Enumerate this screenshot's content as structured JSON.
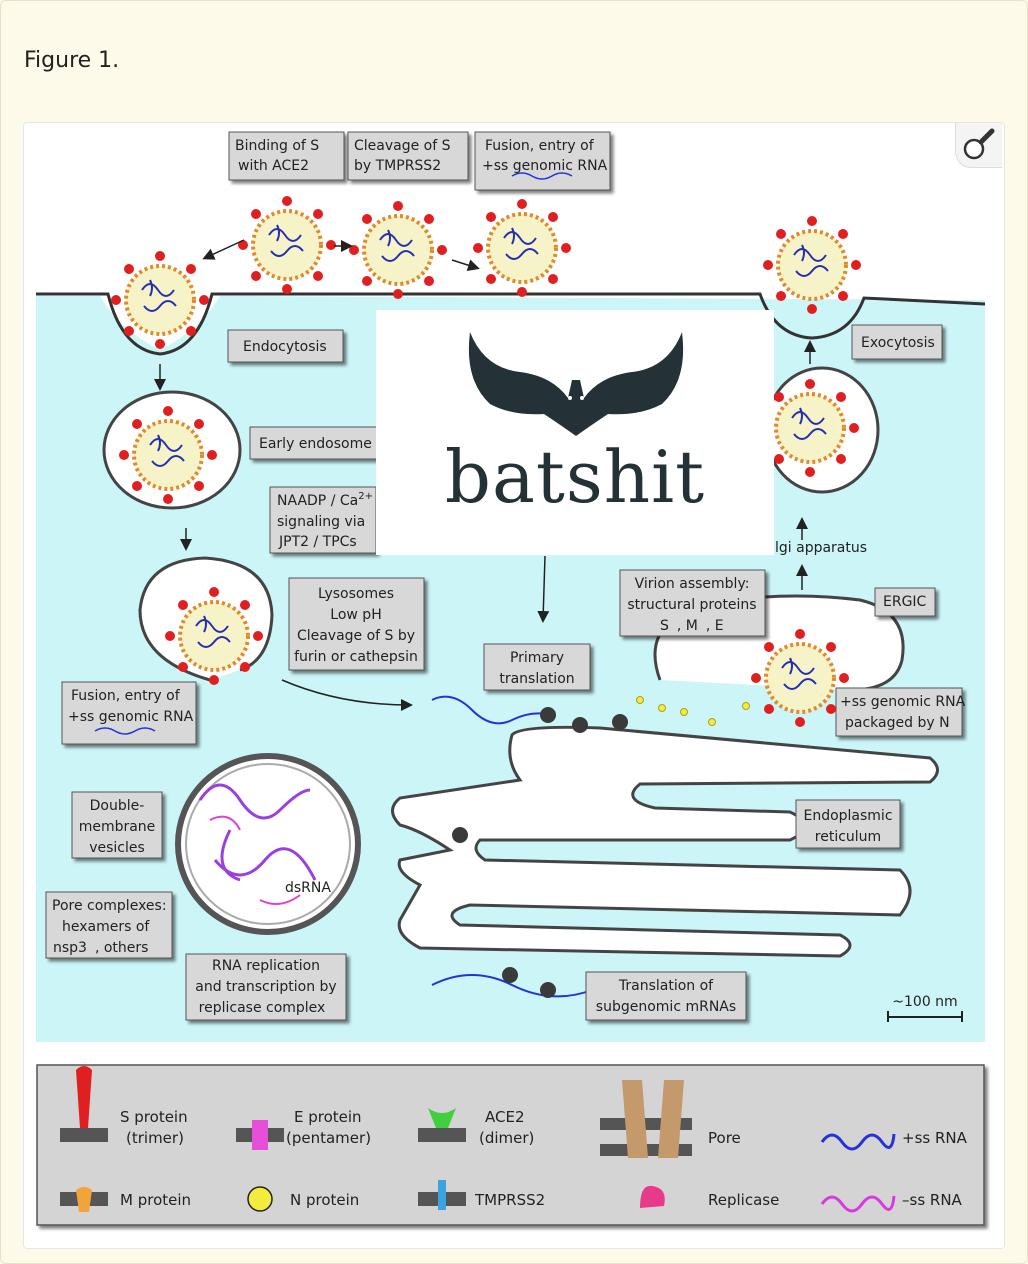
{
  "figure_title": "Figure 1.",
  "icons": {
    "magnify": "magnifier-icon",
    "bat": "bat-logo-icon"
  },
  "logo": {
    "text": "batshit"
  },
  "labels": {
    "binding": [
      "Binding of S",
      "with ACE2"
    ],
    "cleavage_tmprss2": [
      "Cleavage of S",
      "by TMPRSS2"
    ],
    "fusion_top": [
      "Fusion, entry of",
      "+ss genomic RNA"
    ],
    "endocytosis": "Endocytosis",
    "early_endosome": "Early endosome",
    "naadp": [
      "NAADP / Ca",
      "signaling via",
      "JPT2 / TPCs"
    ],
    "naadp_sup": "2+",
    "lysosomes": [
      "Lysosomes",
      "Low pH",
      "Cleavage of S by",
      "furin or cathepsin"
    ],
    "fusion_left": [
      "Fusion, entry of",
      "+ss genomic RNA"
    ],
    "exocytosis": "Exocytosis",
    "golgi": "lgi apparatus",
    "virion_assembly": [
      "Virion assembly:",
      "structural proteins",
      "S",
      ", M",
      ", E"
    ],
    "ergic": "ERGIC",
    "primary_translation": [
      "Primary",
      "translation"
    ],
    "packaged": [
      "+ss genomic RNA",
      "packaged by N"
    ],
    "dmv": [
      "Double-",
      "membrane",
      "vesicles"
    ],
    "er": [
      "Endoplasmic",
      "reticulum"
    ],
    "dsrna": "dsRNA",
    "pore_complexes": [
      "Pore complexes:",
      "hexamers of",
      "nsp3",
      ", others"
    ],
    "rna_replication": [
      "RNA replication",
      "and transcription by",
      "replicase complex"
    ],
    "translation_sub": [
      "Translation of",
      "subgenomic mRNAs"
    ],
    "scale": "~100 nm"
  },
  "legend": {
    "s_protein": [
      "S protein",
      "(trimer)"
    ],
    "e_protein": [
      "E protein",
      "(pentamer)"
    ],
    "ace2": [
      "ACE2",
      "(dimer)"
    ],
    "pore": "Pore",
    "plus_rna": "+ss RNA",
    "m_protein": "M protein",
    "n_protein": "N protein",
    "tmprss2": "TMPRSS2",
    "replicase": "Replicase",
    "minus_rna": "–ss RNA"
  },
  "colors": {
    "cytoplasm": "#ccf5f7",
    "s_protein": "#e02020",
    "m_protein": "#f2a33a",
    "e_protein": "#e84fd8",
    "ace2": "#3fcf3f",
    "tmprss2": "#3aa3e0",
    "n_protein": "#f4ec3c",
    "pore": "#c49a6c",
    "replicase": "#e83a8a",
    "plus_rna": "#2432d8",
    "minus_rna": "#d83ae0",
    "logo": "#243238"
  }
}
